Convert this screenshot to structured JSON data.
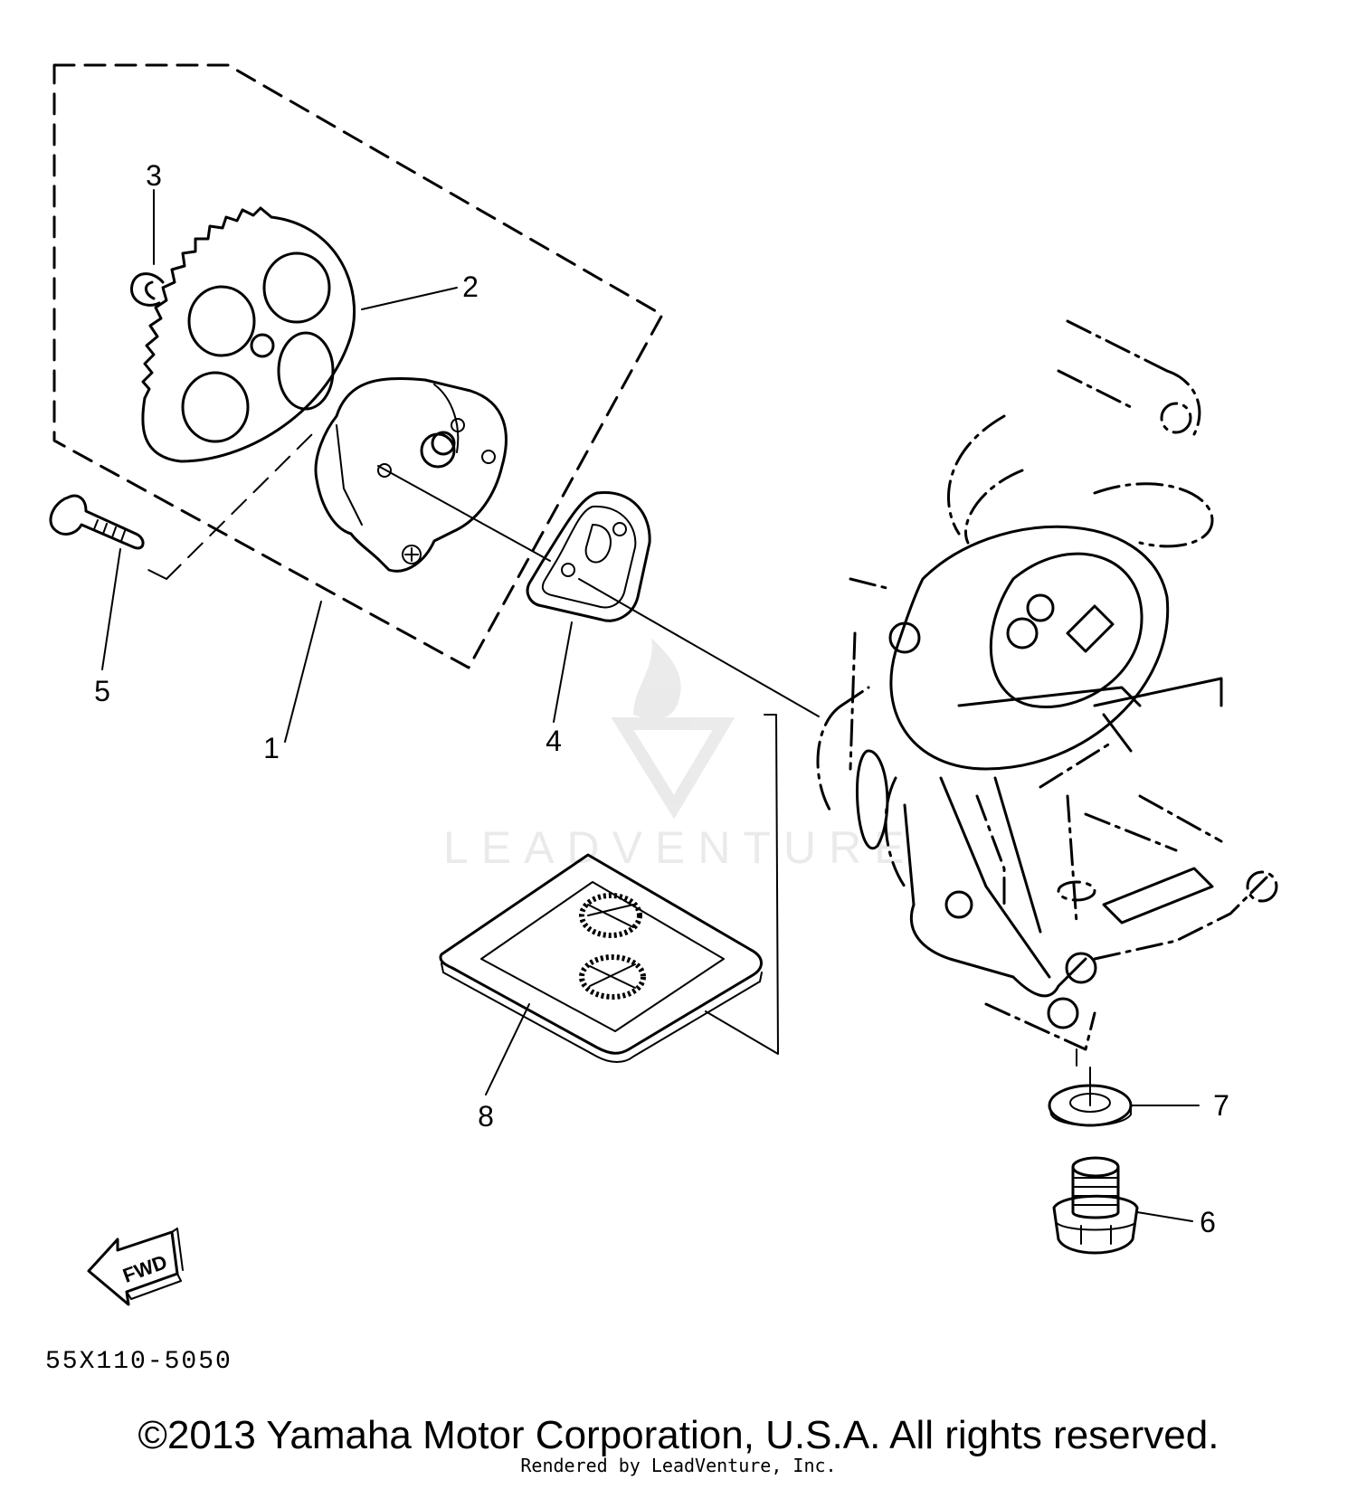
{
  "diagram_code": "55X110-5050",
  "copyright": "©2013 Yamaha Motor Corporation, U.S.A. All rights reserved.",
  "rendered_by": "Rendered by LeadVenture, Inc.",
  "watermark": "LEADVENTURE",
  "fwd_label": "FWD",
  "callouts": [
    "1",
    "2",
    "3",
    "4",
    "5",
    "6",
    "7",
    "8"
  ]
}
